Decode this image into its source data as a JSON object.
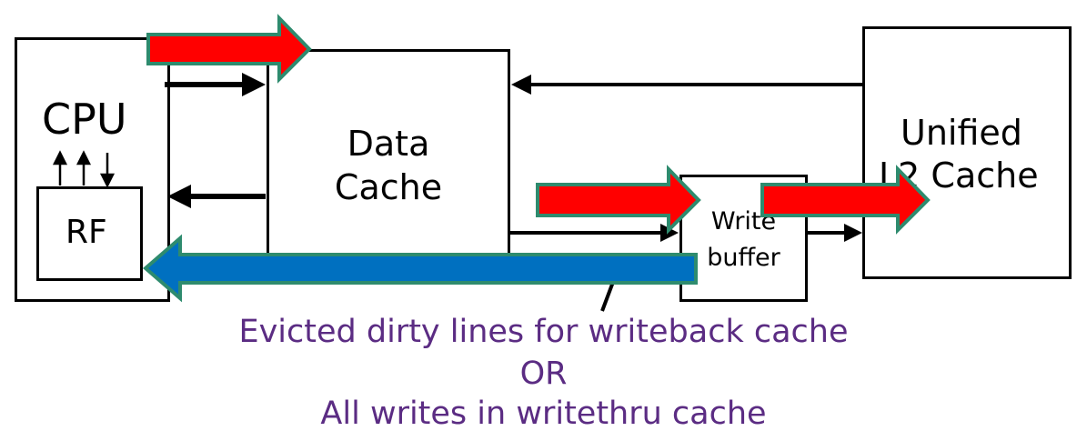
{
  "cpu": {
    "label": "CPU"
  },
  "rf": {
    "label": "RF"
  },
  "data_cache": {
    "line1": "Data",
    "line2": "Cache"
  },
  "write_buffer": {
    "line1": "Write",
    "line2": "buffer"
  },
  "l2_cache": {
    "line1": "Unified",
    "line2": "L2 Cache"
  },
  "caption": {
    "line1": "Evicted dirty lines for writeback cache",
    "line2": "OR",
    "line3": "All writes in writethru cache"
  },
  "colors": {
    "write_arrow": "#ff0000",
    "arrow_outline": "#2e8b6e",
    "return_arrow": "#0070c0",
    "caption_text": "#5b2c83"
  }
}
